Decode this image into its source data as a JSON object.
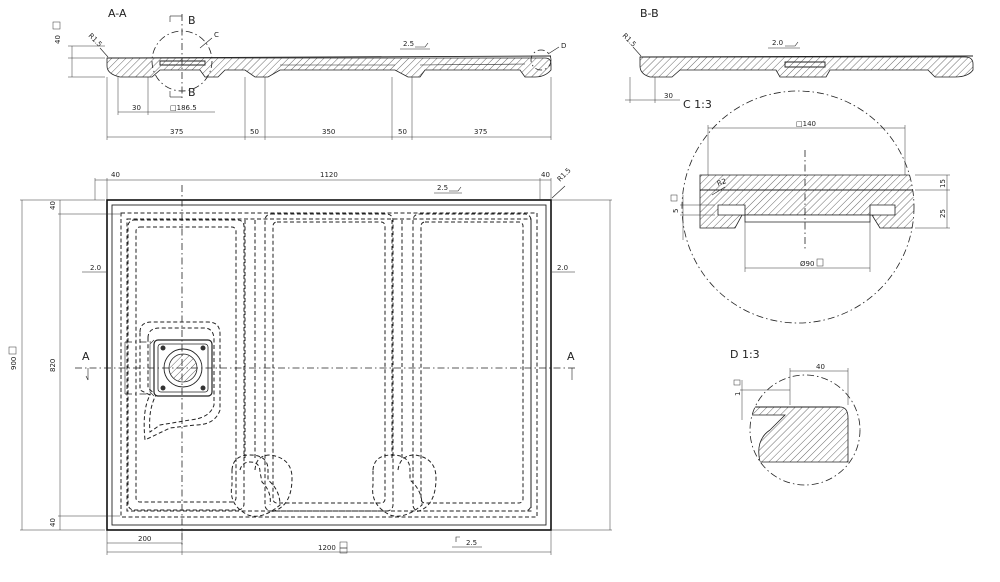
{
  "views": {
    "section_aa": {
      "title": "A-A",
      "cut_label_b_top": "B",
      "cut_label_b_bottom": "B",
      "detail_c": "C",
      "detail_d": "D",
      "dim_height": "40",
      "radius": "R1.5",
      "slope": "2.5",
      "drain_size": "□186.5",
      "dim_30": "30",
      "bottom_dims": [
        "375",
        "50",
        "350",
        "50",
        "375"
      ]
    },
    "section_bb": {
      "title": "B-B",
      "radius": "R1.5",
      "slope": "2.0",
      "dim_30": "30"
    },
    "plan": {
      "dim_left_40": "40",
      "dim_top_1120": "1120",
      "dim_right_40": "40",
      "radius": "R1.5",
      "slope_top": "2.5",
      "slope_left": "2.0",
      "slope_right": "2.0",
      "slope_bottom": "2.5",
      "dim_900": "900",
      "dim_820": "820",
      "dim_40_top": "40",
      "dim_40_bottom": "40",
      "dim_200": "200",
      "dim_1200": "1200",
      "section_a_left": "A",
      "section_a_right": "A"
    },
    "detail_c": {
      "title": "C 1:3",
      "dim_140": "□140",
      "radius": "R2",
      "dim_15": "15",
      "dim_5": "5",
      "dim_25": "25",
      "dim_90": "Ø90"
    },
    "detail_d": {
      "title": "D 1:3",
      "dim_40": "40",
      "dim_1": "1"
    }
  }
}
